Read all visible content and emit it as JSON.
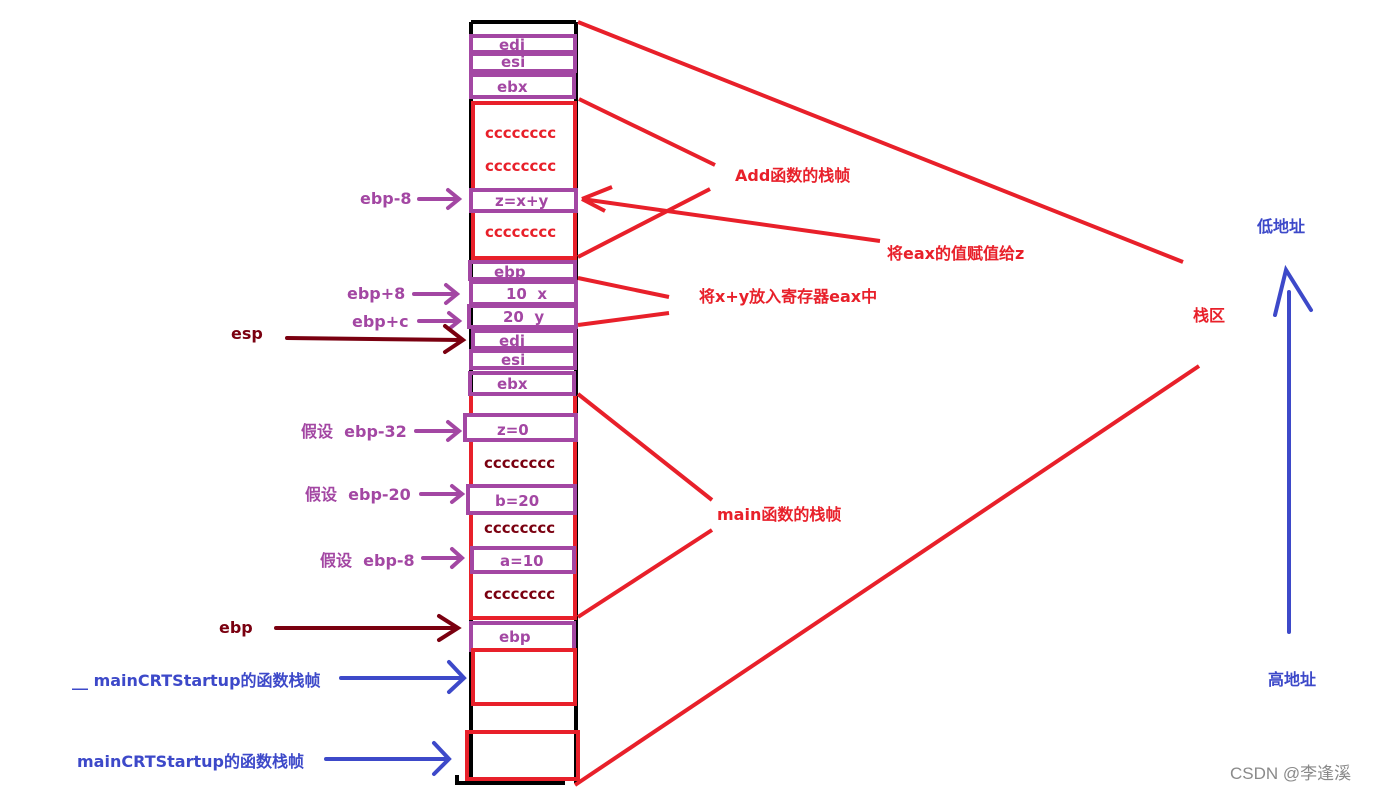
{
  "title": "Function call stack frame diagram",
  "colors": {
    "frame_red": "#e8202a",
    "slot_purple": "#a347a3",
    "pointer_dark": "#7a0010",
    "address_blue": "#3d49c9",
    "outline_black": "#000000"
  },
  "stack": {
    "add_frame": {
      "saved_regs": [
        "edi",
        "esi",
        "ebx"
      ],
      "cells": [
        "cccccccc",
        "cccccccc",
        "z=x+y",
        "cccccccc"
      ]
    },
    "saved_ebp": "ebp",
    "params": [
      "10  x",
      "20  y"
    ],
    "main_frame": {
      "saved_regs": [
        "edi",
        "esi",
        "ebx"
      ],
      "cells": [
        "z=0",
        "cccccccc",
        "b=20",
        "cccccccc",
        "a=10",
        "cccccccc"
      ]
    },
    "main_saved_ebp": "ebp"
  },
  "left_labels": {
    "ebp_minus_8_add": "ebp-8",
    "ebp_plus_8": "ebp+8",
    "ebp_plus_c": "ebp+c",
    "esp": "esp",
    "assume_ebp_32": "假设  ebp-32",
    "assume_ebp_20": "假设  ebp-20",
    "assume_ebp_8": "假设  ebp-8",
    "ebp": "ebp",
    "__mainCRTStartup": "__ mainCRTStartup的函数栈帧",
    "mainCRTStartup": "mainCRTStartup的函数栈帧"
  },
  "annotations": {
    "add_frame": "Add函数的栈帧",
    "assign_eax": "将eax的值赋值给z",
    "put_eax": "将x+y放入寄存器eax中",
    "main_frame": "main函数的栈帧",
    "stack_area": "栈区"
  },
  "address_axis": {
    "low": "低地址",
    "high": "高地址"
  },
  "watermark": "CSDN @李逢溪"
}
